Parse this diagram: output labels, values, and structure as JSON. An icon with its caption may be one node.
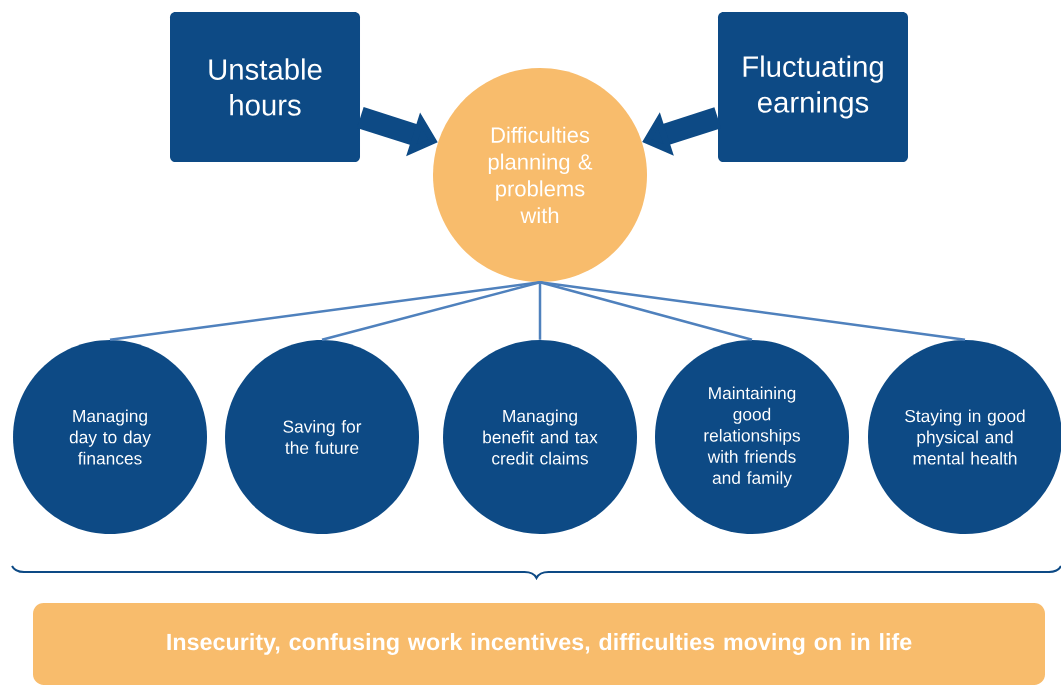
{
  "diagram": {
    "nodes": [
      {
        "text": [
          "Unstable hours"
        ]
      },
      {
        "text": [
          "Fluctuating earnings"
        ]
      },
      {
        "text": [
          "Difficulties planning & problems with"
        ]
      },
      {
        "text": [
          "Managing day to day finances"
        ]
      },
      {
        "text": [
          "Saving for the future"
        ]
      },
      {
        "text": [
          "Managing benefit and tax credit claims"
        ]
      },
      {
        "text": [
          "Maintaining good relationships with friends and family"
        ]
      },
      {
        "text": [
          "Staying in good physical and mental health"
        ]
      },
      {
        "text": [
          "Insecurity, confusing work incentives, difficulties moving on in life"
        ]
      }
    ],
    "edges": [
      {
        "from": 0,
        "to": 2,
        "arrow": "to",
        "style": "thick"
      },
      {
        "from": 1,
        "to": 2,
        "arrow": "to",
        "style": "thick"
      },
      {
        "from": 2,
        "to": 3,
        "arrow": "none"
      },
      {
        "from": 2,
        "to": 4,
        "arrow": "none"
      },
      {
        "from": 2,
        "to": 5,
        "arrow": "none"
      },
      {
        "from": 2,
        "to": 6,
        "arrow": "none"
      },
      {
        "from": 2,
        "to": 7,
        "arrow": "none"
      }
    ]
  }
}
